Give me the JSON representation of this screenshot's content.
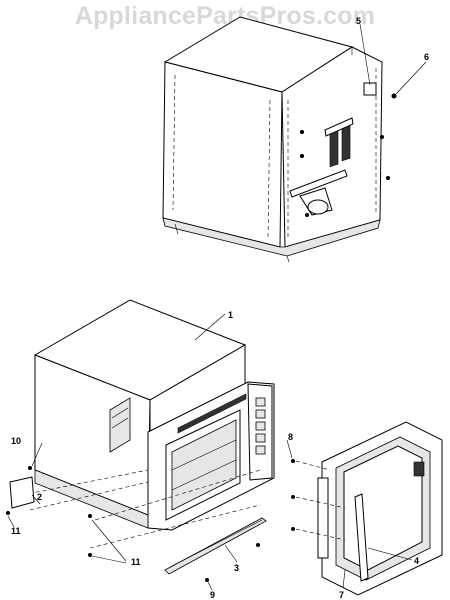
{
  "watermark": "AppliancePartsPros.com",
  "callouts": {
    "c1": "1",
    "c2": "2",
    "c3": "3",
    "c4": "4",
    "c5": "5",
    "c6": "6",
    "c7": "7",
    "c8": "8",
    "c9": "9",
    "c10": "10",
    "c11a": "11",
    "c11b": "11"
  }
}
